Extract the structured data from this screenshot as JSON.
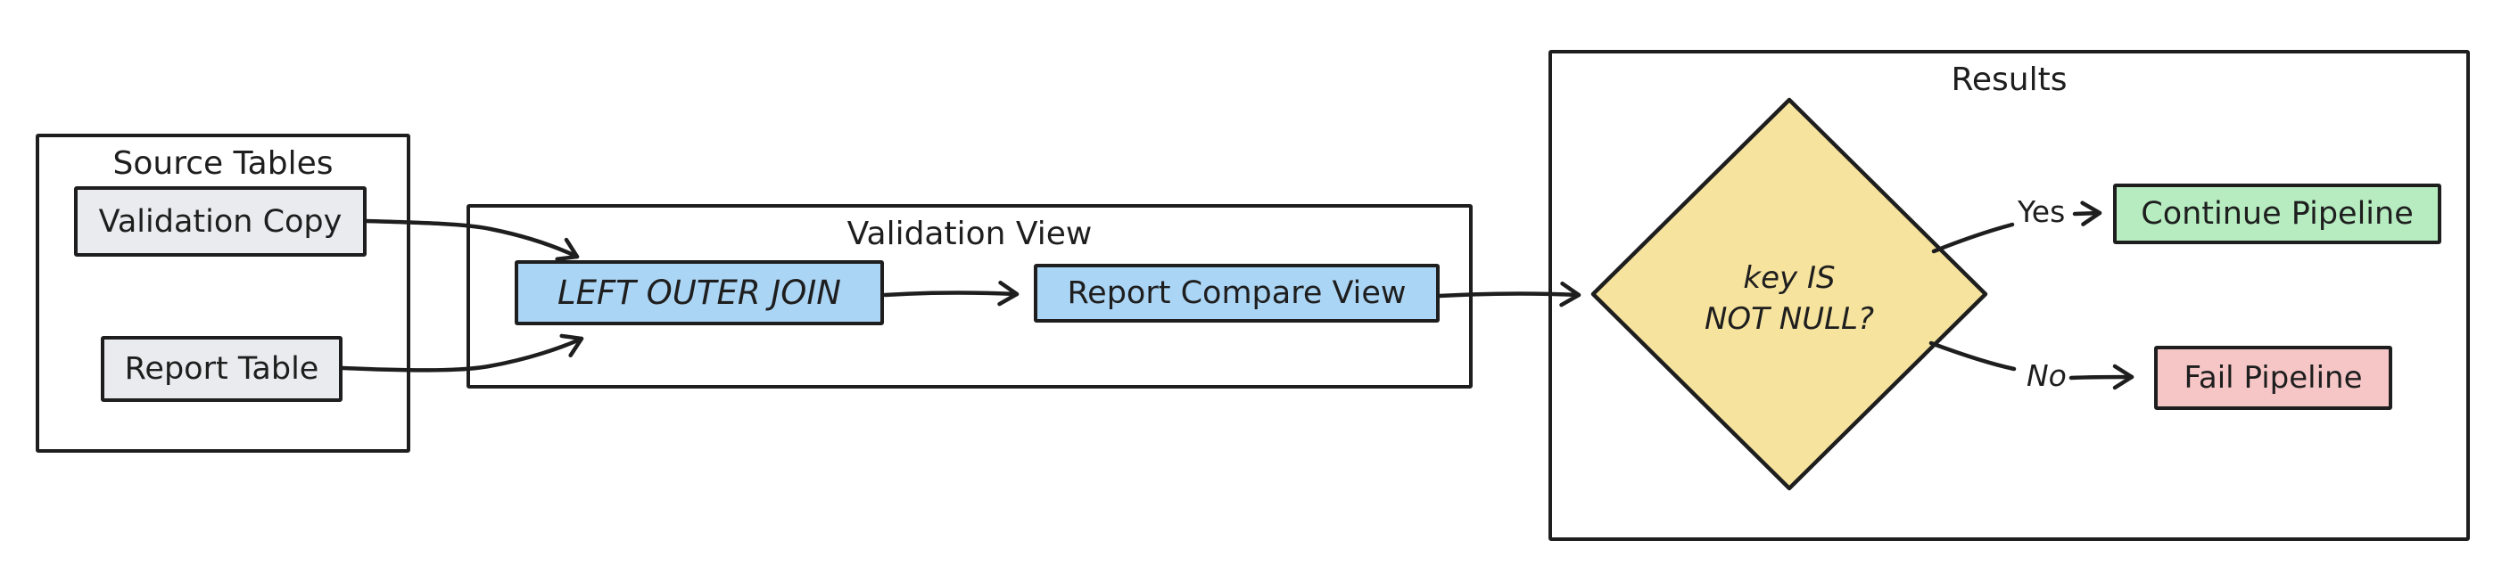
{
  "colors": {
    "ink": "#1e1e1e",
    "canvas_background": "#ffffff",
    "source_table_fill": "#e9ebee",
    "view_fill": "#abd5f5",
    "decision_fill": "#f6e39e",
    "continue_fill": "#b6ecc0",
    "fail_fill": "#f6c6c6"
  },
  "groups": {
    "source_tables": {
      "title": "Source Tables"
    },
    "validation_view": {
      "title": "Validation View"
    },
    "results": {
      "title": "Results"
    }
  },
  "nodes": {
    "validation_copy": {
      "label": "Validation Copy"
    },
    "report_table": {
      "label": "Report Table"
    },
    "left_outer_join": {
      "label": "LEFT OUTER JOIN"
    },
    "report_compare_view": {
      "label": "Report Compare View"
    },
    "decision": {
      "label_line1": "key IS",
      "label_line2": "NOT NULL?"
    },
    "continue_pipeline": {
      "label": "Continue Pipeline"
    },
    "fail_pipeline": {
      "label": "Fail Pipeline"
    }
  },
  "edges": {
    "yes": {
      "label": "Yes"
    },
    "no": {
      "label": "No"
    }
  }
}
